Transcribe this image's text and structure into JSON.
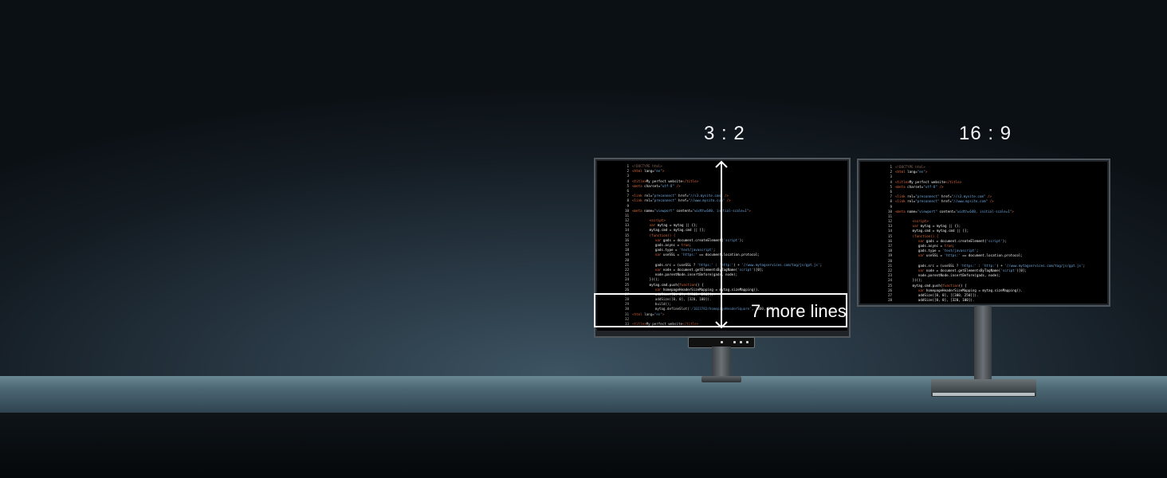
{
  "labels": {
    "left_ratio": "3 : 2",
    "right_ratio": "16 : 9",
    "more_lines": "7 more lines"
  },
  "colors": {
    "background": "#1a252e",
    "desk": "#4c6774",
    "code_tag": "#e06a3c",
    "code_string": "#6fa8dc",
    "highlight": "#ffffff"
  },
  "icons": [
    "height-arrow-icon"
  ],
  "code_lines_left": [
    {
      "n": "1",
      "parts": [
        [
          "t-dim",
          "<!DOCTYPE html>"
        ]
      ]
    },
    {
      "n": "2",
      "parts": [
        [
          "t-tag",
          "<html "
        ],
        [
          "t-attr",
          "lang="
        ],
        [
          "t-str",
          "\"en\""
        ],
        [
          "t-tag",
          ">"
        ]
      ]
    },
    {
      "n": "3",
      "parts": []
    },
    {
      "n": "4",
      "parts": [
        [
          "t-tag",
          "<title>"
        ],
        [
          "t-attr",
          "My perfect website"
        ],
        [
          "t-tag",
          "</title>"
        ]
      ]
    },
    {
      "n": "5",
      "parts": [
        [
          "t-tag",
          "<meta "
        ],
        [
          "t-attr",
          "charset="
        ],
        [
          "t-str",
          "\"utf-8\""
        ],
        [
          "t-tag",
          " />"
        ]
      ]
    },
    {
      "n": "6",
      "parts": []
    },
    {
      "n": "7",
      "parts": [
        [
          "t-tag",
          "<link "
        ],
        [
          "t-attr",
          "rel="
        ],
        [
          "t-str",
          "\"preconnect\""
        ],
        [
          "t-attr",
          " href="
        ],
        [
          "t-str",
          "\"//s3.mysite.com\""
        ],
        [
          "t-tag",
          " />"
        ]
      ]
    },
    {
      "n": "8",
      "parts": [
        [
          "t-tag",
          "<link "
        ],
        [
          "t-attr",
          "rel="
        ],
        [
          "t-str",
          "\"preconnect\""
        ],
        [
          "t-attr",
          " href="
        ],
        [
          "t-str",
          "\"//www.mysite.com\""
        ],
        [
          "t-tag",
          " />"
        ]
      ]
    },
    {
      "n": "9",
      "parts": []
    },
    {
      "n": "10",
      "parts": [
        [
          "t-tag",
          "<meta "
        ],
        [
          "t-attr",
          "name="
        ],
        [
          "t-str",
          "\"viewport\""
        ],
        [
          "t-attr",
          " content="
        ],
        [
          "t-str",
          "\"width=640, initial-scale=1\""
        ],
        [
          "t-tag",
          ">"
        ]
      ]
    },
    {
      "n": "11",
      "parts": []
    },
    {
      "n": "12",
      "indent": 6,
      "parts": [
        [
          "t-tag",
          "<script>"
        ]
      ]
    },
    {
      "n": "13",
      "indent": 6,
      "parts": [
        [
          "t-kw",
          "var "
        ],
        [
          "t-attr",
          "mytag = mytag || {};"
        ]
      ]
    },
    {
      "n": "14",
      "indent": 6,
      "parts": [
        [
          "t-attr",
          "mytag.cmd = mytag.cmd || [];"
        ]
      ]
    },
    {
      "n": "15",
      "indent": 6,
      "parts": [
        [
          "t-kw",
          "(function() {"
        ]
      ]
    },
    {
      "n": "16",
      "indent": 8,
      "parts": [
        [
          "t-kw",
          "var "
        ],
        [
          "t-attr",
          "gads = document.createElement("
        ],
        [
          "t-str",
          "'script'"
        ],
        [
          "t-attr",
          ");"
        ]
      ]
    },
    {
      "n": "17",
      "indent": 8,
      "parts": [
        [
          "t-attr",
          "gads.async = "
        ],
        [
          "t-kw",
          "true"
        ],
        [
          "t-attr",
          ";"
        ]
      ]
    },
    {
      "n": "18",
      "indent": 8,
      "parts": [
        [
          "t-attr",
          "gads.type = "
        ],
        [
          "t-str",
          "'text/javascript'"
        ],
        [
          "t-attr",
          ";"
        ]
      ]
    },
    {
      "n": "19",
      "indent": 8,
      "parts": [
        [
          "t-kw",
          "var "
        ],
        [
          "t-attr",
          "useSSL = "
        ],
        [
          "t-str",
          "'https:'"
        ],
        [
          "t-attr",
          " == document.location.protocol;"
        ]
      ]
    },
    {
      "n": "20",
      "parts": []
    },
    {
      "n": "21",
      "indent": 8,
      "parts": [
        [
          "t-attr",
          "gads.src = (useSSL ? "
        ],
        [
          "t-str",
          "'https:'"
        ],
        [
          "t-attr",
          " : "
        ],
        [
          "t-str",
          "'http:'"
        ],
        [
          "t-attr",
          ") + "
        ],
        [
          "t-str",
          "'//www.mytagservices.com/tag/js/gpt.js'"
        ],
        [
          "t-attr",
          ";"
        ]
      ]
    },
    {
      "n": "22",
      "indent": 8,
      "parts": [
        [
          "t-kw",
          "var "
        ],
        [
          "t-attr",
          "node = document.getElementsByTagName("
        ],
        [
          "t-str",
          "'script'"
        ],
        [
          "t-attr",
          ")[0];"
        ]
      ]
    },
    {
      "n": "23",
      "indent": 8,
      "parts": [
        [
          "t-attr",
          "node.parentNode.insertBefore(gads, node);"
        ]
      ]
    },
    {
      "n": "24",
      "indent": 6,
      "parts": [
        [
          "t-attr",
          "})();"
        ]
      ]
    },
    {
      "n": "25",
      "indent": 6,
      "parts": [
        [
          "t-attr",
          "mytag.cmd.push("
        ],
        [
          "t-kw",
          "function"
        ],
        [
          "t-attr",
          "() {"
        ]
      ]
    },
    {
      "n": "26",
      "indent": 8,
      "parts": [
        [
          "t-kw",
          "var "
        ],
        [
          "t-attr",
          "homepageHeaderSizeMapping = mytag.sizeMapping()."
        ]
      ]
    },
    {
      "n": "27",
      "indent": 8,
      "parts": [
        [
          "t-attr",
          "addSize([0, 0], [[300, 250]])."
        ]
      ]
    },
    {
      "n": "28",
      "indent": 8,
      "parts": [
        [
          "t-attr",
          "addSize([0, 0], [320, 100])."
        ]
      ]
    },
    {
      "n": "29",
      "indent": 8,
      "parts": [
        [
          "t-attr",
          "build();"
        ]
      ]
    },
    {
      "n": "30",
      "indent": 8,
      "parts": [
        [
          "t-attr",
          "mytag.defineSlot("
        ],
        [
          "t-str",
          "'/1023782/homepageHeaderSquare'"
        ],
        [
          "t-attr",
          ", [300, 250])"
        ]
      ]
    },
    {
      "n": "31",
      "parts": [
        [
          "t-tag",
          "<html "
        ],
        [
          "t-attr",
          "lang="
        ],
        [
          "t-str",
          "\"en\""
        ],
        [
          "t-tag",
          ">"
        ]
      ]
    },
    {
      "n": "32",
      "parts": []
    },
    {
      "n": "33",
      "parts": [
        [
          "t-tag",
          "<title>"
        ],
        [
          "t-attr",
          "My perfect website"
        ],
        [
          "t-tag",
          "</title>"
        ]
      ]
    }
  ],
  "code_lines_right": [
    {
      "n": "1",
      "parts": [
        [
          "t-dim",
          "<!DOCTYPE html>"
        ]
      ]
    },
    {
      "n": "2",
      "parts": [
        [
          "t-tag",
          "<html "
        ],
        [
          "t-attr",
          "lang="
        ],
        [
          "t-str",
          "\"en\""
        ],
        [
          "t-tag",
          ">"
        ]
      ]
    },
    {
      "n": "3",
      "parts": []
    },
    {
      "n": "4",
      "parts": [
        [
          "t-tag",
          "<title>"
        ],
        [
          "t-attr",
          "My perfect website"
        ],
        [
          "t-tag",
          "</title>"
        ]
      ]
    },
    {
      "n": "5",
      "parts": [
        [
          "t-tag",
          "<meta "
        ],
        [
          "t-attr",
          "charset="
        ],
        [
          "t-str",
          "\"utf-8\""
        ],
        [
          "t-tag",
          " />"
        ]
      ]
    },
    {
      "n": "6",
      "parts": []
    },
    {
      "n": "7",
      "parts": [
        [
          "t-tag",
          "<link "
        ],
        [
          "t-attr",
          "rel="
        ],
        [
          "t-str",
          "\"preconnect\""
        ],
        [
          "t-attr",
          " href="
        ],
        [
          "t-str",
          "\"//s3.mysite.com\""
        ],
        [
          "t-tag",
          " />"
        ]
      ]
    },
    {
      "n": "8",
      "parts": [
        [
          "t-tag",
          "<link "
        ],
        [
          "t-attr",
          "rel="
        ],
        [
          "t-str",
          "\"preconnect\""
        ],
        [
          "t-attr",
          " href="
        ],
        [
          "t-str",
          "\"//www.mysite.com\""
        ],
        [
          "t-tag",
          " />"
        ]
      ]
    },
    {
      "n": "9",
      "parts": []
    },
    {
      "n": "10",
      "parts": [
        [
          "t-tag",
          "<meta "
        ],
        [
          "t-attr",
          "name="
        ],
        [
          "t-str",
          "\"viewport\""
        ],
        [
          "t-attr",
          " content="
        ],
        [
          "t-str",
          "\"width=640, initial-scale=1\""
        ],
        [
          "t-tag",
          ">"
        ]
      ]
    },
    {
      "n": "11",
      "parts": []
    },
    {
      "n": "12",
      "indent": 6,
      "parts": [
        [
          "t-tag",
          "<script>"
        ]
      ]
    },
    {
      "n": "13",
      "indent": 6,
      "parts": [
        [
          "t-kw",
          "var "
        ],
        [
          "t-attr",
          "mytag = mytag || {};"
        ]
      ]
    },
    {
      "n": "14",
      "indent": 6,
      "parts": [
        [
          "t-attr",
          "mytag.cmd = mytag.cmd || [];"
        ]
      ]
    },
    {
      "n": "15",
      "indent": 6,
      "parts": [
        [
          "t-kw",
          "(function() {"
        ]
      ]
    },
    {
      "n": "16",
      "indent": 8,
      "parts": [
        [
          "t-kw",
          "var "
        ],
        [
          "t-attr",
          "gads = document.createElement("
        ],
        [
          "t-str",
          "'script'"
        ],
        [
          "t-attr",
          ");"
        ]
      ]
    },
    {
      "n": "17",
      "indent": 8,
      "parts": [
        [
          "t-attr",
          "gads.async = "
        ],
        [
          "t-kw",
          "true"
        ],
        [
          "t-attr",
          ";"
        ]
      ]
    },
    {
      "n": "18",
      "indent": 8,
      "parts": [
        [
          "t-attr",
          "gads.type = "
        ],
        [
          "t-str",
          "'text/javascript'"
        ],
        [
          "t-attr",
          ";"
        ]
      ]
    },
    {
      "n": "19",
      "indent": 8,
      "parts": [
        [
          "t-kw",
          "var "
        ],
        [
          "t-attr",
          "useSSL = "
        ],
        [
          "t-str",
          "'https:'"
        ],
        [
          "t-attr",
          " == document.location.protocol;"
        ]
      ]
    },
    {
      "n": "20",
      "parts": []
    },
    {
      "n": "21",
      "indent": 8,
      "parts": [
        [
          "t-attr",
          "gads.src = (useSSL ? "
        ],
        [
          "t-str",
          "'https:'"
        ],
        [
          "t-attr",
          " : "
        ],
        [
          "t-str",
          "'http:'"
        ],
        [
          "t-attr",
          ") + "
        ],
        [
          "t-str",
          "'//www.mytagservices.com/tag/js/gpt.js'"
        ],
        [
          "t-attr",
          ";"
        ]
      ]
    },
    {
      "n": "22",
      "indent": 8,
      "parts": [
        [
          "t-kw",
          "var "
        ],
        [
          "t-attr",
          "node = document.getElementsByTagName("
        ],
        [
          "t-str",
          "'script'"
        ],
        [
          "t-attr",
          ")[0];"
        ]
      ]
    },
    {
      "n": "23",
      "indent": 8,
      "parts": [
        [
          "t-attr",
          "node.parentNode.insertBefore(gads, node);"
        ]
      ]
    },
    {
      "n": "24",
      "indent": 6,
      "parts": [
        [
          "t-attr",
          "})();"
        ]
      ]
    },
    {
      "n": "25",
      "indent": 6,
      "parts": [
        [
          "t-attr",
          "mytag.cmd.push("
        ],
        [
          "t-kw",
          "function"
        ],
        [
          "t-attr",
          "() {"
        ]
      ]
    },
    {
      "n": "26",
      "indent": 8,
      "parts": [
        [
          "t-kw",
          "var "
        ],
        [
          "t-attr",
          "homepageHeaderSizeMapping = mytag.sizeMapping()."
        ]
      ]
    },
    {
      "n": "27",
      "indent": 8,
      "parts": [
        [
          "t-attr",
          "addSize([0, 0], [[300, 250]])."
        ]
      ]
    },
    {
      "n": "28",
      "indent": 8,
      "parts": [
        [
          "t-attr",
          "addSize([0, 0], [320, 100])."
        ]
      ]
    }
  ]
}
